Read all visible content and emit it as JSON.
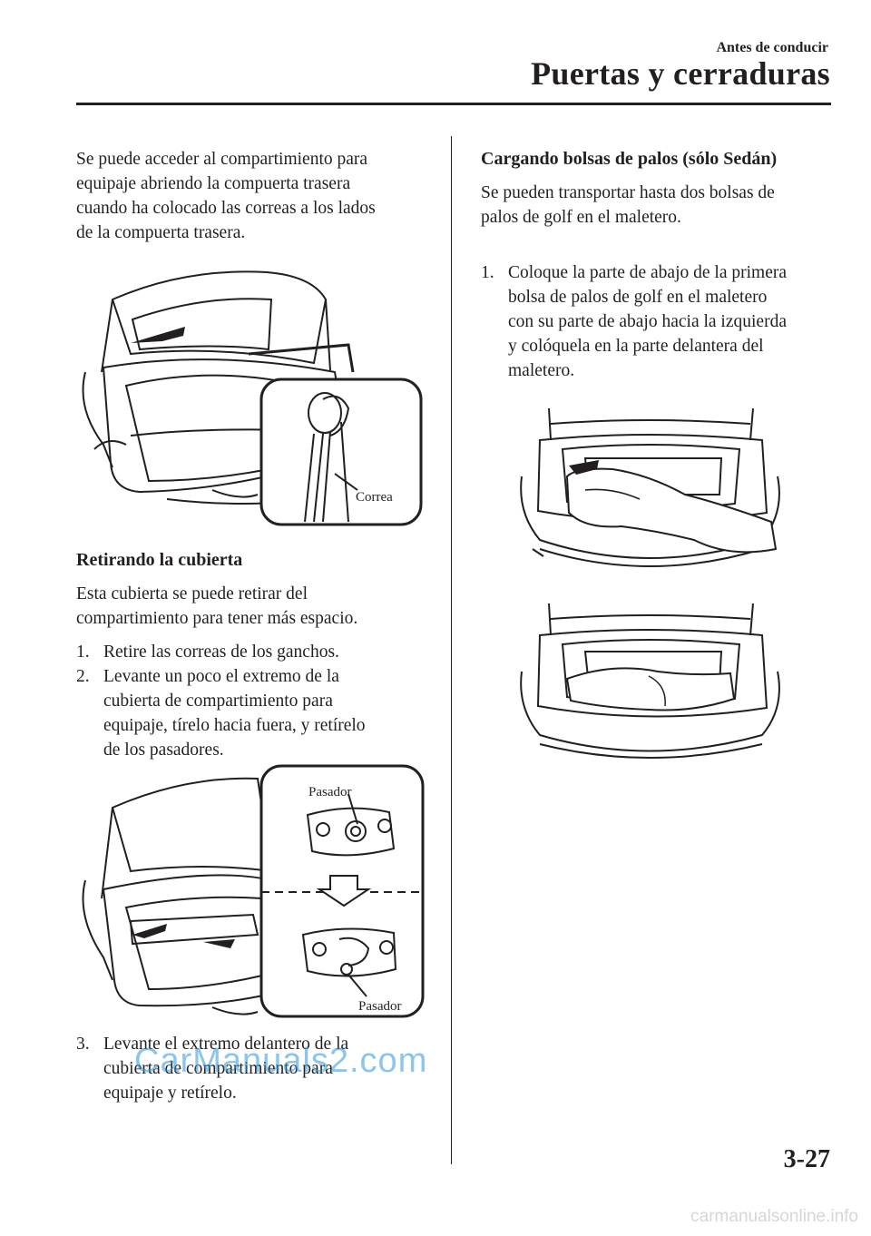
{
  "header": {
    "section_label": "Antes de conducir",
    "chapter_title": "Puertas y cerraduras"
  },
  "left_column": {
    "intro_lines": [
      "Se puede acceder al compartimiento para",
      "equipaje abriendo la compuerta trasera",
      "cuando ha colocado las correas a los lados",
      "de la compuerta trasera."
    ],
    "figure1_label": "Correa",
    "heading": "Retirando la cubierta",
    "body_lines": [
      "Esta cubierta se puede retirar del",
      "compartimiento para tener más espacio."
    ],
    "steps": [
      {
        "num": "1.",
        "lines": [
          "Retire las correas de los ganchos."
        ]
      },
      {
        "num": "2.",
        "lines": [
          "Levante un poco el extremo de la",
          "cubierta de compartimiento para",
          "equipaje, tírelo hacia fuera, y retírelo",
          "de los pasadores."
        ]
      }
    ],
    "figure2_label_top": "Pasador",
    "figure2_label_bottom": "Pasador",
    "step3": {
      "num": "3.",
      "lines": [
        "Levante el extremo delantero de la",
        "cubierta de compartimiento para",
        "equipaje y retírelo."
      ]
    }
  },
  "right_column": {
    "heading": "Cargando bolsas de palos (sólo Sedán)",
    "body_lines": [
      "Se pueden transportar hasta dos bolsas de",
      "palos de golf en el maletero."
    ],
    "step1": {
      "num": "1.",
      "lines": [
        "Coloque la parte de abajo de la primera",
        "bolsa de palos de golf en el maletero",
        "con su parte de abajo hacia la izquierda",
        "y colóquela en la parte delantera del",
        "maletero."
      ]
    }
  },
  "page_number": "3-27",
  "watermark": "CarManuals2.com",
  "footer_watermark": "carmanualsonline.info"
}
